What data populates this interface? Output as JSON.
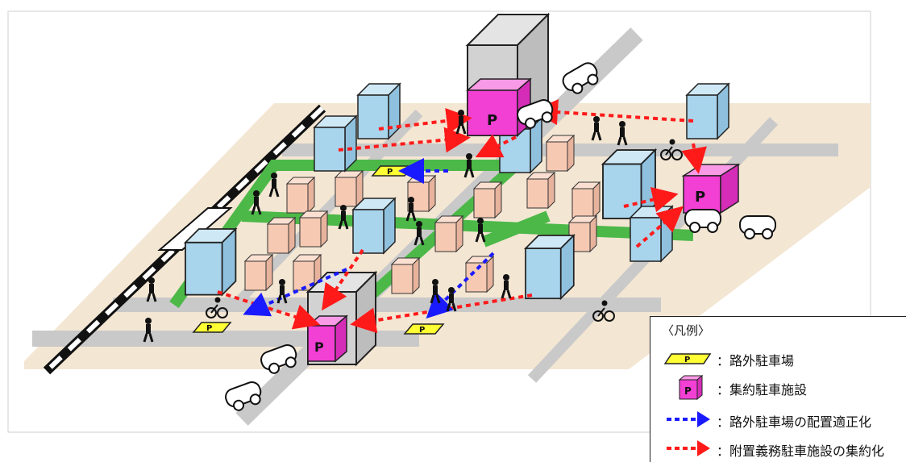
{
  "diagram": {
    "parking_mark": "P",
    "legend": {
      "title": "〈凡例〉",
      "items": [
        {
          "key": "offstreet-parking",
          "label": "：路外駐車場",
          "color": "#ffff33"
        },
        {
          "key": "consolidated-parking",
          "label": "：集約駐車施設",
          "color": "#ff55cc"
        },
        {
          "key": "blue-arrow",
          "label": "：路外駐車場の配置適正化",
          "color": "#1a1aff"
        },
        {
          "key": "red-arrow",
          "label": "：附置義務駐車施設の集約化",
          "color": "#ff1a1a"
        }
      ]
    },
    "colors": {
      "ground": "#f3e6d3",
      "road": "#c9c9c9",
      "green_path": "#4cb848",
      "building_blue": "#a8d4ec",
      "building_pink": "#f6c9b3",
      "parking_magenta": "#f23fd4",
      "tower_gray": "#d2d2d2"
    }
  }
}
